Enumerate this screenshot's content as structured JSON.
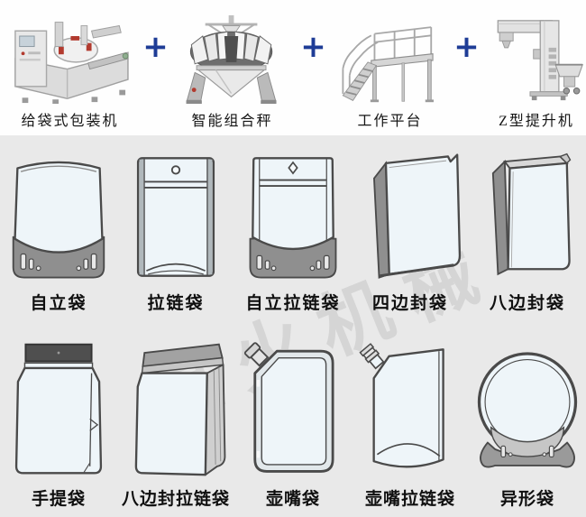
{
  "machines": {
    "plus_label": "+",
    "items": [
      {
        "label": "给袋式包装机",
        "icon": "pouch-packing-machine-icon"
      },
      {
        "label": "智能组合秤",
        "icon": "multihead-weigher-icon"
      },
      {
        "label": "工作平台",
        "icon": "work-platform-icon"
      },
      {
        "label": "Z型提升机",
        "icon": "z-type-elevator-icon"
      }
    ]
  },
  "bags": {
    "items": [
      {
        "label": "自立袋",
        "icon": "stand-up-pouch-icon"
      },
      {
        "label": "拉链袋",
        "icon": "zipper-bag-icon"
      },
      {
        "label": "自立拉链袋",
        "icon": "stand-up-zipper-bag-icon"
      },
      {
        "label": "四边封袋",
        "icon": "four-side-seal-bag-icon"
      },
      {
        "label": "八边封袋",
        "icon": "eight-side-seal-bag-icon"
      },
      {
        "label": "手提袋",
        "icon": "handle-bag-icon"
      },
      {
        "label": "八边封拉链袋",
        "icon": "eight-side-seal-zipper-bag-icon"
      },
      {
        "label": "壶嘴袋",
        "icon": "spout-bag-icon"
      },
      {
        "label": "壶嘴拉链袋",
        "icon": "spout-zipper-bag-icon"
      },
      {
        "label": "异形袋",
        "icon": "special-shaped-bag-icon"
      }
    ]
  },
  "watermark": {
    "text": "星火机械"
  },
  "colors": {
    "plus": "#1e3c96",
    "band_background": "#e9e9e9",
    "bag_fill": "#eef5f9",
    "bag_outline": "#4a4a4a",
    "base_gray": "#8f8f8f",
    "label_text": "#0f0f0f",
    "watermark_gray": "#bdbdbd"
  }
}
